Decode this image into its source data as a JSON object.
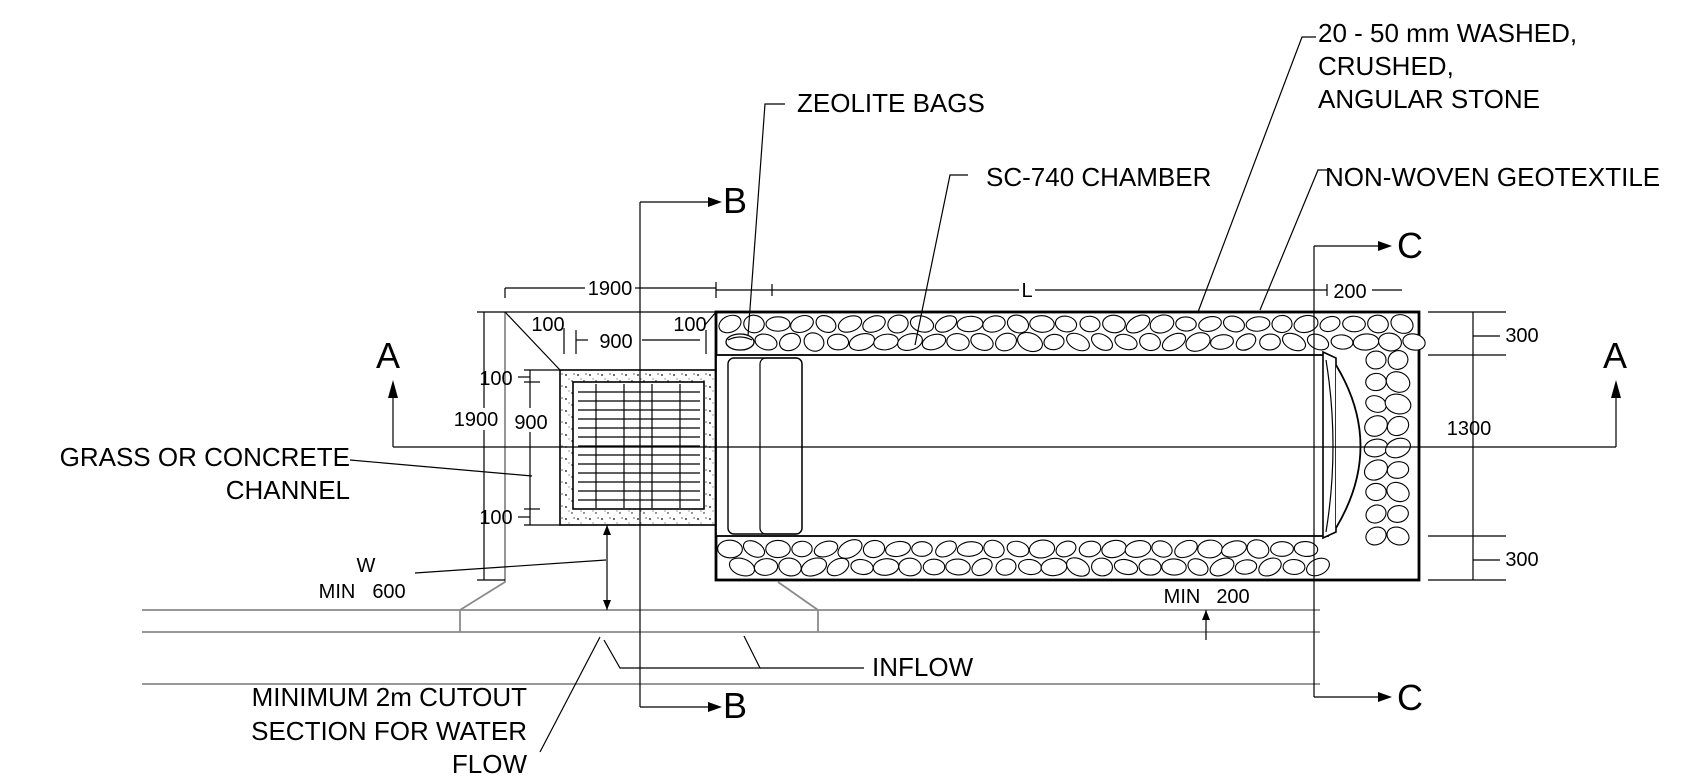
{
  "labels": {
    "stone_line1": "20 - 50 mm WASHED,",
    "stone_line2": "CRUSHED,",
    "stone_line3": "ANGULAR STONE",
    "zeolite": "ZEOLITE BAGS",
    "chamber": "SC-740 CHAMBER",
    "geotextile": "NON-WOVEN GEOTEXTILE",
    "grass_line1": "GRASS  OR CONCRETE",
    "grass_line2": "CHANNEL",
    "cutout_line1": "MINIMUM 2m CUTOUT",
    "cutout_line2": "SECTION FOR WATER",
    "cutout_line3": "FLOW",
    "inflow": "INFLOW"
  },
  "sections": {
    "a": "A",
    "b": "B",
    "c": "C"
  },
  "dimensions": {
    "width_1900": "1900",
    "length": "L",
    "end_200": "200",
    "offset_100_left": "100",
    "grate_900": "900",
    "offset_100_right": "100",
    "offset_100_top": "100",
    "height_1900": "1900",
    "grate_height_900": "900",
    "offset_100_bottom": "100",
    "stone_300_top": "300",
    "chamber_1300": "1300",
    "stone_300_bottom": "300",
    "min_600_prefix": "MIN",
    "min_600_value": "600",
    "min_600_sup": "W",
    "min_200_prefix": "MIN",
    "min_200_value": "200"
  }
}
